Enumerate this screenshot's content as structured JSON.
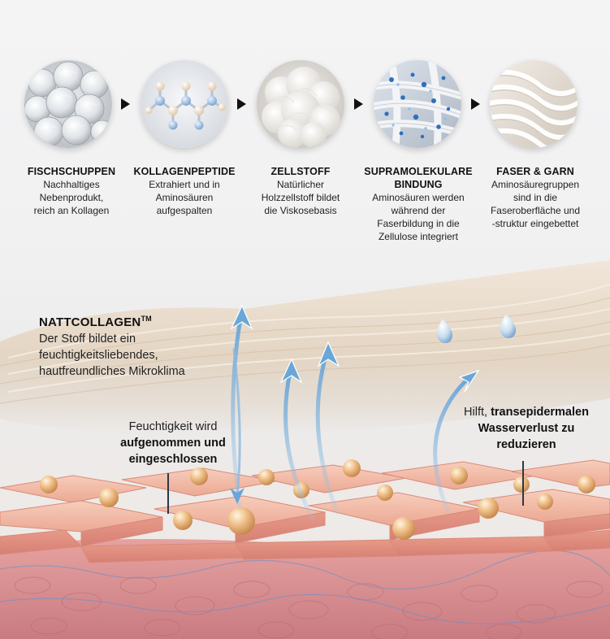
{
  "steps": [
    {
      "title": "FISCHSCHUPPEN",
      "desc_lines": [
        "Nachhaltiges",
        "Nebenprodukt,",
        "reich an Kollagen"
      ],
      "image": "fish-scales-image"
    },
    {
      "title": "KOLLAGENPEPTIDE",
      "desc_lines": [
        "Extrahiert und in",
        "Aminosäuren",
        "aufgespalten"
      ],
      "image": "peptide-molecule-image"
    },
    {
      "title": "ZELLSTOFF",
      "desc_lines": [
        "Natürlicher",
        "Holzzellstoff bildet",
        "die Viskosebasis"
      ],
      "image": "wood-pulp-image"
    },
    {
      "title_lines": [
        "SUPRAMOLEKULARE",
        "BINDUNG"
      ],
      "desc_lines": [
        "Aminosäuren werden",
        "während der",
        "Faserbildung in die",
        "Zellulose integriert"
      ],
      "image": "bonded-fibers-image"
    },
    {
      "title": "FASER & GARN",
      "desc_lines": [
        "Aminosäuregruppen",
        "sind in die",
        "Faseroberfläche und",
        "-struktur eingebettet"
      ],
      "image": "yarn-image"
    }
  ],
  "nattcollagen": {
    "title": "NATTCOLLAGEN",
    "trademark": "TM",
    "lines": [
      "Der Stoff bildet ein",
      "feuchtigkeitsliebendes,",
      "hautfreundliches Mikroklima"
    ]
  },
  "moisture_callout": {
    "line1": "Feuchtigkeit wird",
    "line2": "aufgenommen und",
    "line3": "eingeschlossen"
  },
  "tewl_callout": {
    "line1_plain": "Hilft, ",
    "line1_bold": "transepidermalen",
    "line2": "Wasserverlust zu",
    "line3": "reduzieren"
  },
  "colors": {
    "arrow_blue": "#6aa6d8",
    "skin_top": "#f2b8a6",
    "skin_deep": "#d98a8c",
    "fabric": "#e6d8c6",
    "droplet": "#e8b67a"
  }
}
